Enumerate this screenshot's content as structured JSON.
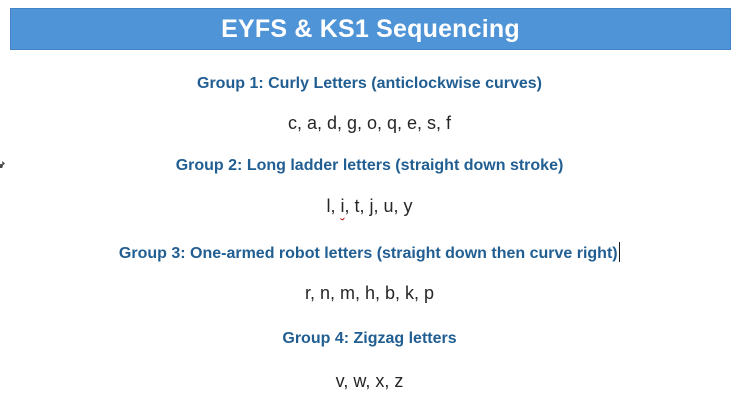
{
  "title": "EYFS & KS1 Sequencing",
  "colors": {
    "header_bg": "#4F94D7",
    "heading_text": "#215E92",
    "letters_text": "#262626",
    "spellcheck_underline": "#C00000",
    "caret_color": "#1a1a1a"
  },
  "groups": [
    {
      "heading": "Group 1: Curly Letters (anticlockwise curves)",
      "letters": "c, a, d, g, o, q, e, s, f"
    },
    {
      "heading": "Group 2: Long ladder letters (straight down stroke)",
      "letters_before": "l, ",
      "letters_flagged": "i",
      "letters_after": ", t, j, u, y"
    },
    {
      "heading": "Group 3: One-armed robot letters (straight down then curve right)",
      "letters": "r, n, m, h, b, k, p",
      "caret_after_heading": true
    },
    {
      "heading": "Group 4: Zigzag letters",
      "letters": "v, w, x, z"
    }
  ]
}
